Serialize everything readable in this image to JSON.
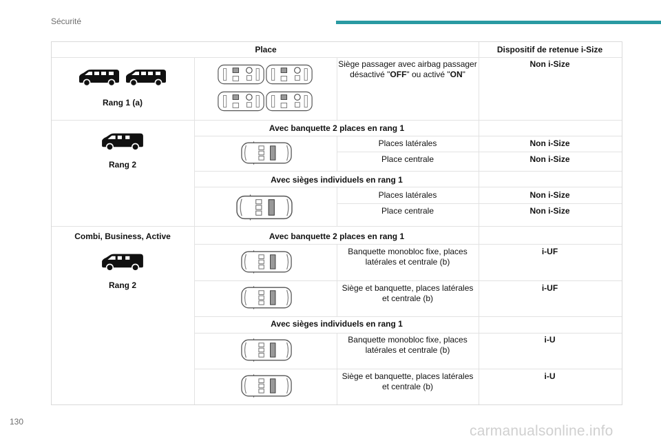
{
  "header": {
    "section": "Sécurité",
    "accent_color": "#2a9aa2"
  },
  "table": {
    "col_place": "Place",
    "col_device": "Dispositif de retenue i-Size",
    "row1": {
      "place": "Rang 1 (a)",
      "desc_1": "Siège passager avec airbag passager",
      "desc_2a": "désactivé \"",
      "desc_off": "OFF",
      "desc_2b": "\" ou activé \"",
      "desc_on": "ON",
      "desc_2c": "\"",
      "value": "Non i-Size"
    },
    "row2": {
      "place": "Rang 2",
      "group1": "Avec banquette 2 places en rang 1",
      "g1_lat": "Places latérales",
      "g1_lat_val": "Non i-Size",
      "g1_cen": "Place centrale",
      "g1_cen_val": "Non i-Size",
      "group2": "Avec sièges individuels en rang 1",
      "g2_lat": "Places latérales",
      "g2_lat_val": "Non i-Size",
      "g2_cen": "Place centrale",
      "g2_cen_val": "Non i-Size"
    },
    "row3": {
      "versions": "Combi, Business, Active",
      "place": "Rang 2",
      "group1": "Avec banquette 2 places en rang 1",
      "a1_1": "Banquette monobloc fixe, places",
      "a1_2": "latérales et centrale (b)",
      "a1_val": "i-UF",
      "a2_1": "Siège et banquette, places latérales",
      "a2_2": "et centrale (b)",
      "a2_val": "i-UF",
      "group2": "Avec sièges individuels en rang 1",
      "b1_1": "Banquette monobloc fixe, places",
      "b1_2": "latérales et centrale (b)",
      "b1_val": "i-U",
      "b2_1": "Siège et banquette, places latérales",
      "b2_2": "et centrale (b)",
      "b2_val": "i-U"
    }
  },
  "footer": {
    "page_number": "130",
    "watermark": "carmanualsonline.info"
  }
}
